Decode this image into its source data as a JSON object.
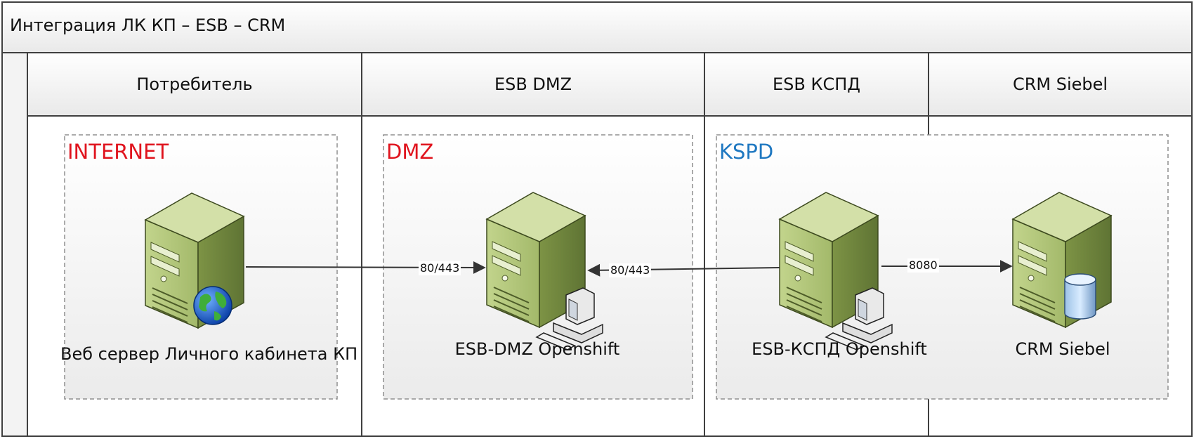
{
  "title": "Интеграция ЛК КП – ESB – CRM",
  "lanes": [
    {
      "label": "Потребитель"
    },
    {
      "label": "ESB DMZ"
    },
    {
      "label": "ESB КСПД"
    },
    {
      "label": "CRM Siebel"
    }
  ],
  "zones": [
    {
      "label": "INTERNET",
      "color": "#e0141e"
    },
    {
      "label": "DMZ",
      "color": "#e0141e"
    },
    {
      "label": "KSPD",
      "color": "#1f78c1"
    }
  ],
  "nodes": [
    {
      "label": "Веб сервер Личного кабинета КП",
      "badge": "globe-icon"
    },
    {
      "label": "ESB-DMZ Openshift",
      "badge": "workstation-icon"
    },
    {
      "label": "ESB-КСПД Openshift",
      "badge": "workstation-icon"
    },
    {
      "label": "CRM Siebel",
      "badge": "database-icon"
    }
  ],
  "edges": [
    {
      "label": "80/443"
    },
    {
      "label": "80/443"
    },
    {
      "label": "8080"
    }
  ],
  "colors": {
    "server_body": "#a9bf73",
    "server_dark": "#6f8240",
    "border": "#404040",
    "zone_border": "#9a9a9a"
  }
}
